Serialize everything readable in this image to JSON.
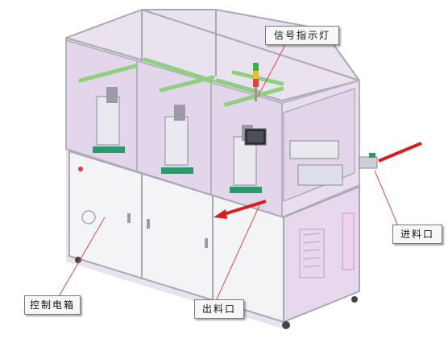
{
  "labels": {
    "signal_light": "信号指示灯",
    "inlet": "进料口",
    "control_box": "控制电箱",
    "outlet": "出料口"
  },
  "colors": {
    "frame": "#c9c9d3",
    "panel_fill": "#e6d9ea",
    "glass": "#eadff0",
    "rail_green": "#9adf8a",
    "arrow_red": "#d62020",
    "callout_line": "#d05050"
  }
}
